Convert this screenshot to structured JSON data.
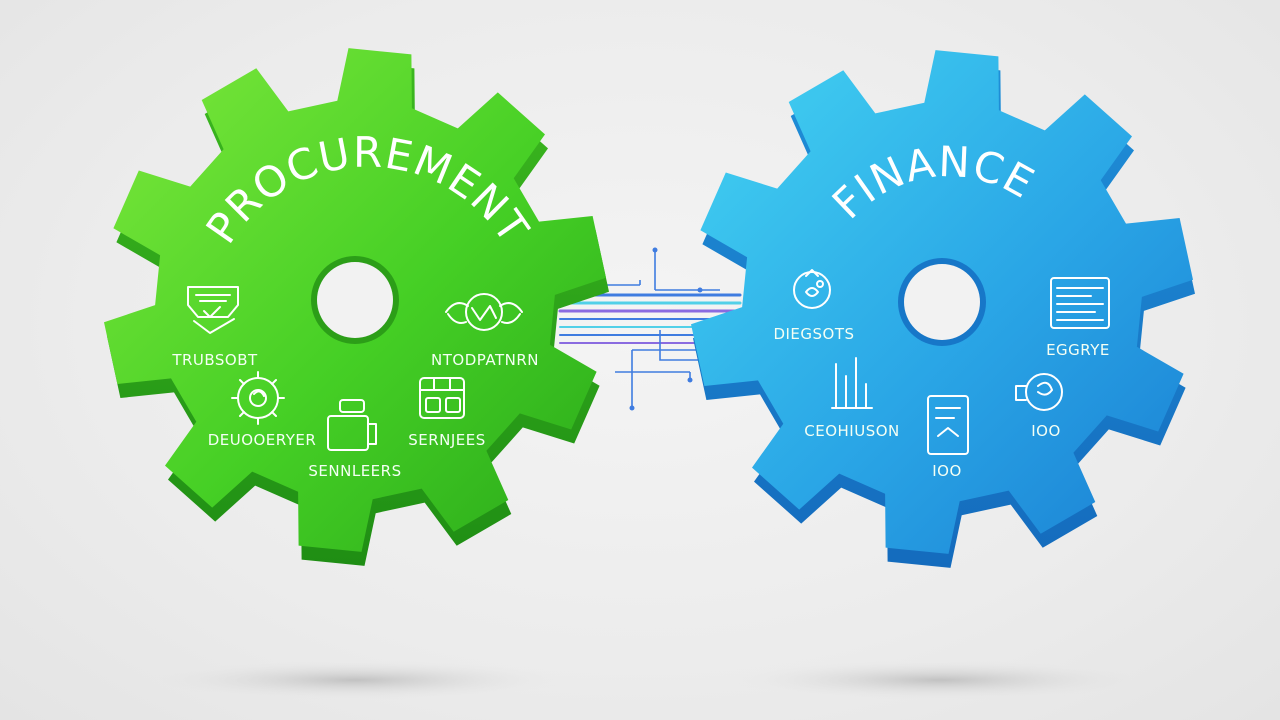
{
  "colors": {
    "left_gear_light": "#6fe33a",
    "left_gear_dark": "#2fb51c",
    "right_gear_light": "#3ec9ee",
    "right_gear_dark": "#1b86d6",
    "background": "#ececec",
    "connector_blue": "#3f7ce0",
    "connector_cyan": "#52d0e8",
    "connector_purple": "#8a6be0"
  },
  "left_gear": {
    "title": "PROCUREMENT",
    "items": [
      {
        "label": "TRUBSOBT",
        "icon": "contract-icon"
      },
      {
        "label": "NTODPATNRN",
        "icon": "handshake-icon"
      },
      {
        "label": "DEUOOERYER",
        "icon": "settings-icon"
      },
      {
        "label": "SENNLEERS",
        "icon": "truck-icon"
      },
      {
        "label": "SERNJEES",
        "icon": "package-icon"
      }
    ]
  },
  "right_gear": {
    "title": "FINANCE",
    "items": [
      {
        "label": "DIEGSOTS",
        "icon": "money-bag-icon"
      },
      {
        "label": "EGGRYE",
        "icon": "ledger-icon"
      },
      {
        "label": "CEOHIUSON",
        "icon": "bar-chart-icon"
      },
      {
        "label": "IOO",
        "icon": "coin-icon"
      },
      {
        "label": "IOO",
        "icon": "document-icon"
      }
    ]
  }
}
